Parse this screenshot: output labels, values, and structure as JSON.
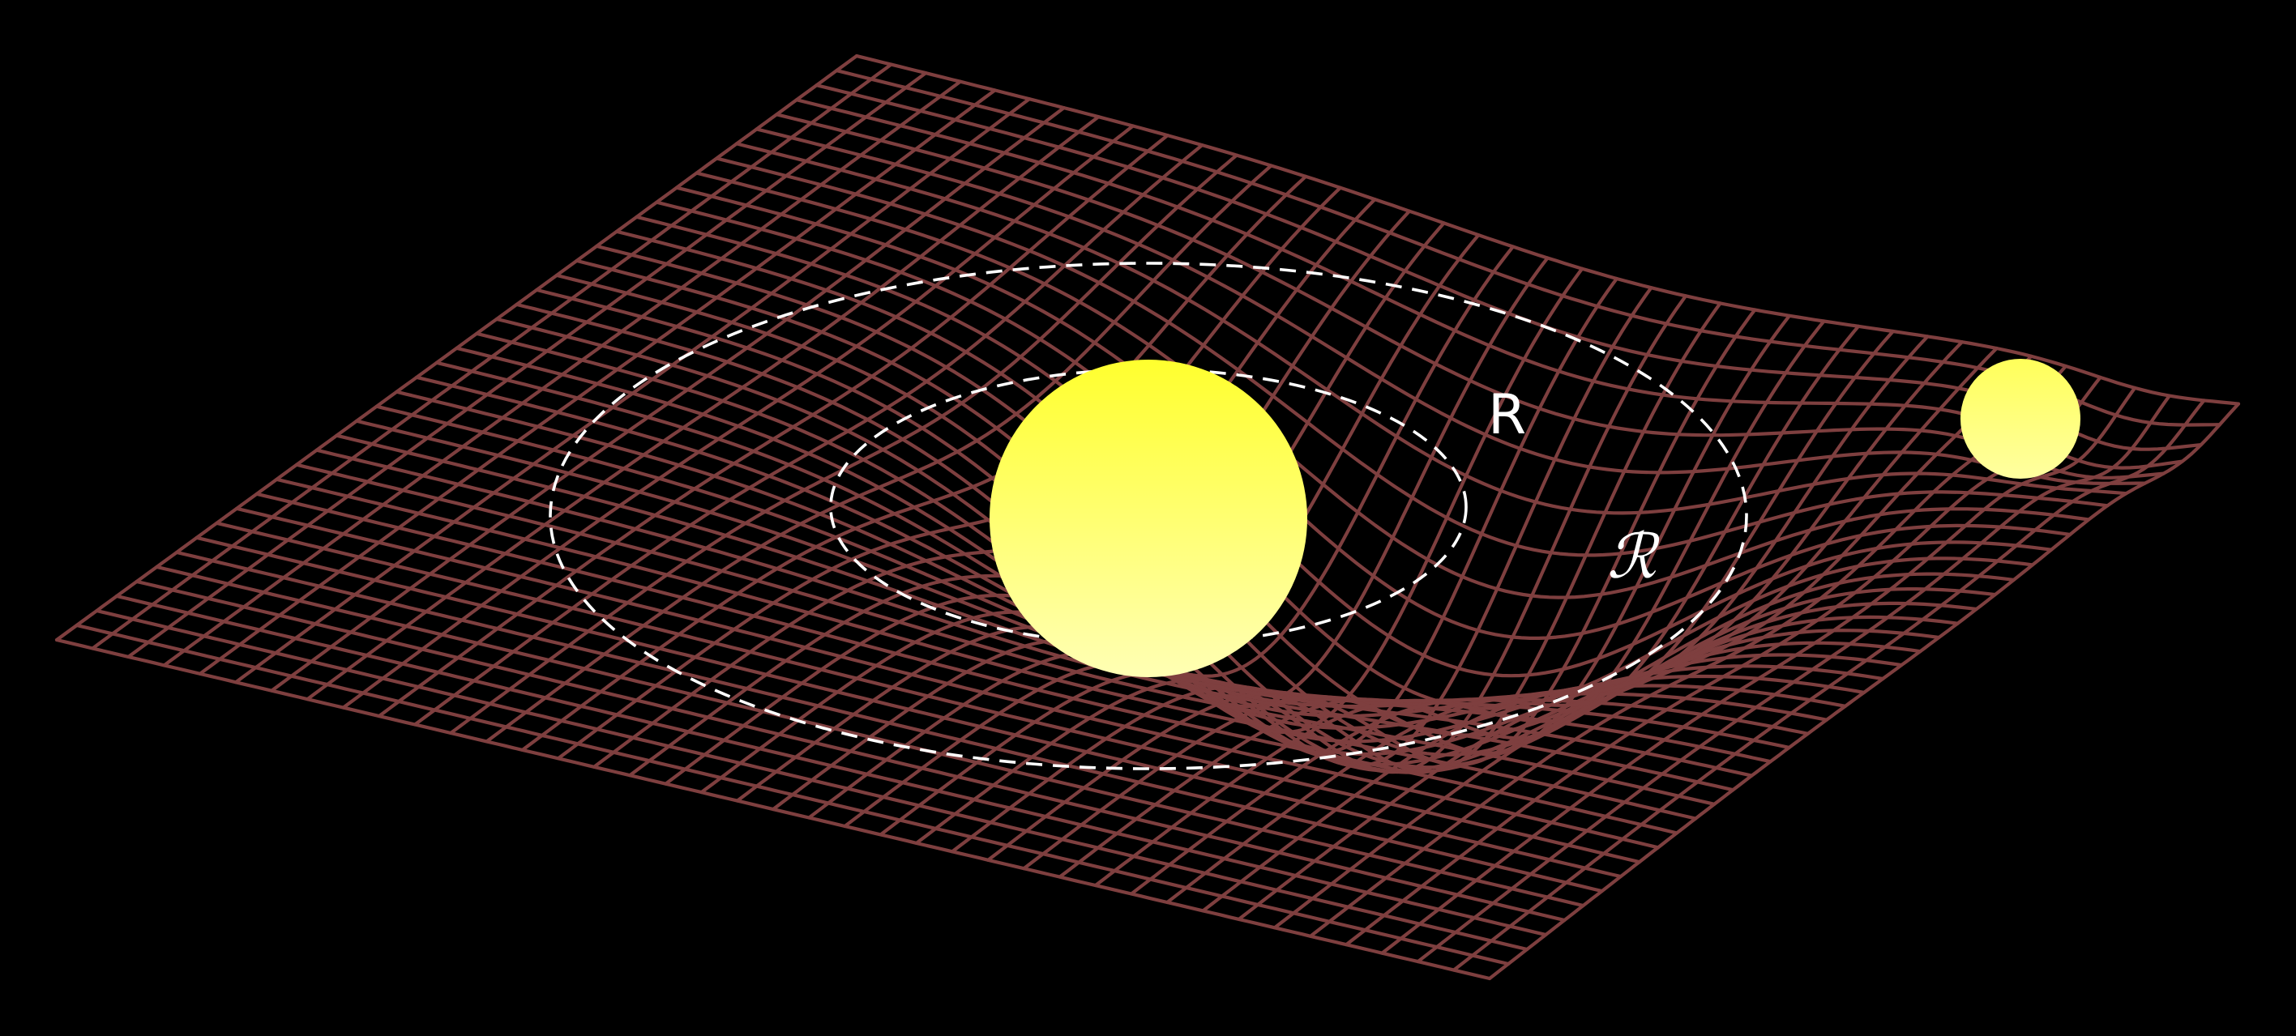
{
  "colors": {
    "background": "#000000",
    "grid": "#7e3f3f",
    "orbit": "#ffffff",
    "label": "#ffffff",
    "star_top": "#ffff2e",
    "star_bottom": "#ffffb4",
    "planet_top": "#ffff5a",
    "planet_bottom": "#ffffa0"
  },
  "labels": {
    "inner_radius": "R",
    "outer_radius": "ℛ"
  },
  "grid": {
    "divisions": 40
  }
}
